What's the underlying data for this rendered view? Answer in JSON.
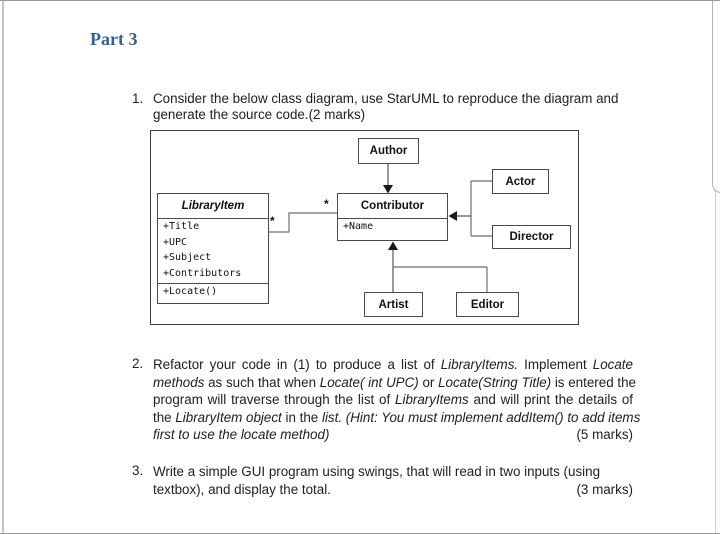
{
  "page": {
    "heading": "Part 3"
  },
  "items": {
    "item1": {
      "number": "1.",
      "lines": [
        [
          {
            "t": "Consider the below class diagram, use StarUML to reproduce the diagram and"
          }
        ],
        [
          {
            "t": "generate the source code.(2 marks)"
          }
        ]
      ]
    },
    "item2": {
      "number": "2.",
      "lines": [
        [
          {
            "t": "Refactor your code in (1) to produce a list of "
          },
          {
            "t": "LibraryItems.",
            "i": true
          },
          {
            "t": " Implement "
          },
          {
            "t": "Locate",
            "i": true
          }
        ],
        [
          {
            "t": "methods",
            "i": true
          },
          {
            "t": " as such that when "
          },
          {
            "t": "Locate( int UPC)",
            "i": true
          },
          {
            "t": " or "
          },
          {
            "t": "Locate(String Title)",
            "i": true
          },
          {
            "t": " is entered the"
          }
        ],
        [
          {
            "t": "program will traverse through the list of "
          },
          {
            "t": "LibraryItems",
            "i": true
          },
          {
            "t": " and will print the details of"
          }
        ],
        [
          {
            "t": "the "
          },
          {
            "t": "LibraryItem object",
            "i": true
          },
          {
            "t": " in the "
          },
          {
            "t": "list. (Hint: You must implement addItem() to add items",
            "i": true
          }
        ],
        [
          {
            "t": "first to use the locate method)",
            "i": true
          }
        ]
      ],
      "marks": "(5 marks)"
    },
    "item3": {
      "number": "3.",
      "lines": [
        [
          {
            "t": "Write a simple GUI program using swings, that will read in two inputs (using"
          }
        ],
        [
          {
            "t": "textbox), and display the total."
          }
        ]
      ],
      "marks": "(3 marks)"
    }
  },
  "diagram": {
    "classes": {
      "libraryItem": {
        "name": "LibraryItem",
        "attributes": [
          "+Title",
          "+UPC",
          "+Subject",
          "+Contributors"
        ],
        "operations": [
          "+Locate()"
        ]
      },
      "contributor": {
        "name": "Contributor",
        "attributes": [
          "+Name"
        ]
      },
      "author": {
        "name": "Author"
      },
      "actor": {
        "name": "Actor"
      },
      "director": {
        "name": "Director"
      },
      "artist": {
        "name": "Artist"
      },
      "editor": {
        "name": "Editor"
      }
    },
    "multiplicity": {
      "libraryItemEnd": "*",
      "contributorEnd": "*"
    }
  },
  "colors": {
    "heading": "#365f91",
    "text": "#212121",
    "diagramLine": "#6e6e6e",
    "arrowFill": "#1a1a1a",
    "boxBorder": "#4a4a4a"
  }
}
